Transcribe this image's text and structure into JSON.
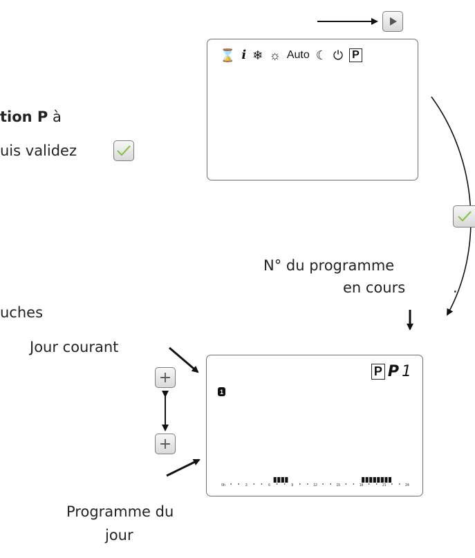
{
  "intro": {
    "line1_bold": "tion P",
    "line1_rest": " à",
    "line2": "uis validez",
    "line3": "uches"
  },
  "screen_top": {
    "icons": [
      "hourglass-icon",
      "info-icon",
      "snowflake-icon",
      "sun-icon",
      "auto-label",
      "moon-icon",
      "power-icon",
      "p-box"
    ],
    "auto_label": "Auto",
    "p_label": "P"
  },
  "annotations": {
    "program_number": [
      "N° du programme",
      "en cours",
      "."
    ],
    "current_day": "Jour courant",
    "day_program": [
      "Programme du",
      "jour"
    ]
  },
  "screen_bottom": {
    "p_label": "P",
    "segment_text": "P",
    "program_number": "1",
    "current_day_number": "1",
    "timeline": {
      "ticks": [
        "0h",
        "3",
        "6",
        "9",
        "12",
        "15",
        "18",
        "21",
        "24"
      ],
      "comfort_blocks": [
        {
          "from_hour": 6.5,
          "to_hour": 8.5
        },
        {
          "from_hour": 18,
          "to_hour": 22
        }
      ]
    }
  },
  "buttons": {
    "next": "play-icon",
    "validate": "check-icon",
    "plus": "+"
  }
}
